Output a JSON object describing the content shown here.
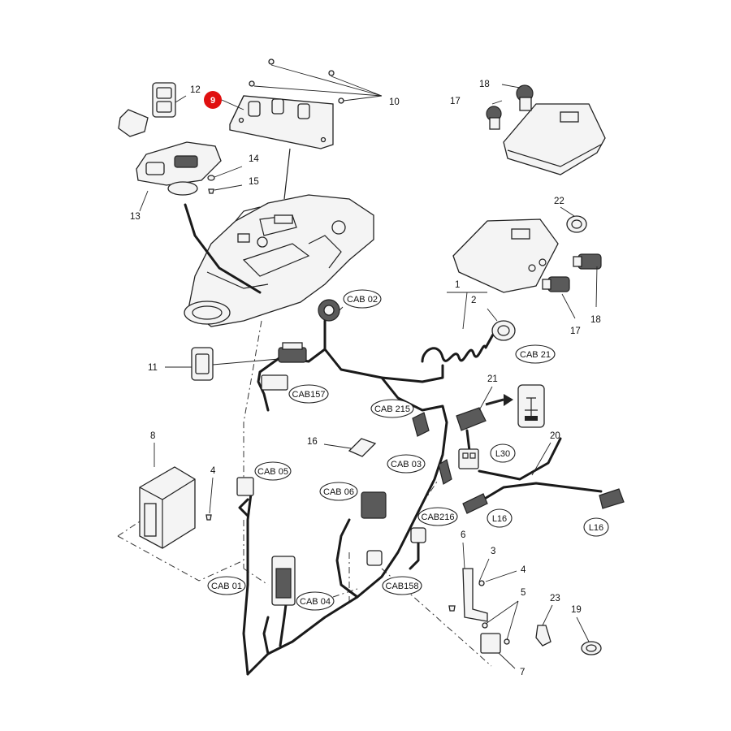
{
  "highlight": {
    "label": "9",
    "color": "#e01010"
  },
  "callouts": {
    "c1": "1",
    "c2": "2",
    "c3": "3",
    "c4a": "4",
    "c4b": "4",
    "c5": "5",
    "c6": "6",
    "c7": "7",
    "c8": "8",
    "c10": "10",
    "c11": "11",
    "c12": "12",
    "c13": "13",
    "c14": "14",
    "c15": "15",
    "c16": "16",
    "c17a": "17",
    "c17b": "17",
    "c18a": "18",
    "c18b": "18",
    "c19": "19",
    "c20": "20",
    "c21": "21",
    "c22": "22",
    "c23": "23"
  },
  "connectors": {
    "cab02": "CAB 02",
    "cab157": "CAB157",
    "cab215": "CAB 215",
    "cab03": "CAB 03",
    "cab05": "CAB 05",
    "cab06": "CAB 06",
    "cab216": "CAB216",
    "cab158": "CAB158",
    "cab01": "CAB 01",
    "cab04": "CAB 04",
    "cab21": "CAB 21",
    "l30": "L30",
    "l16a": "L16",
    "l16b": "L16"
  }
}
